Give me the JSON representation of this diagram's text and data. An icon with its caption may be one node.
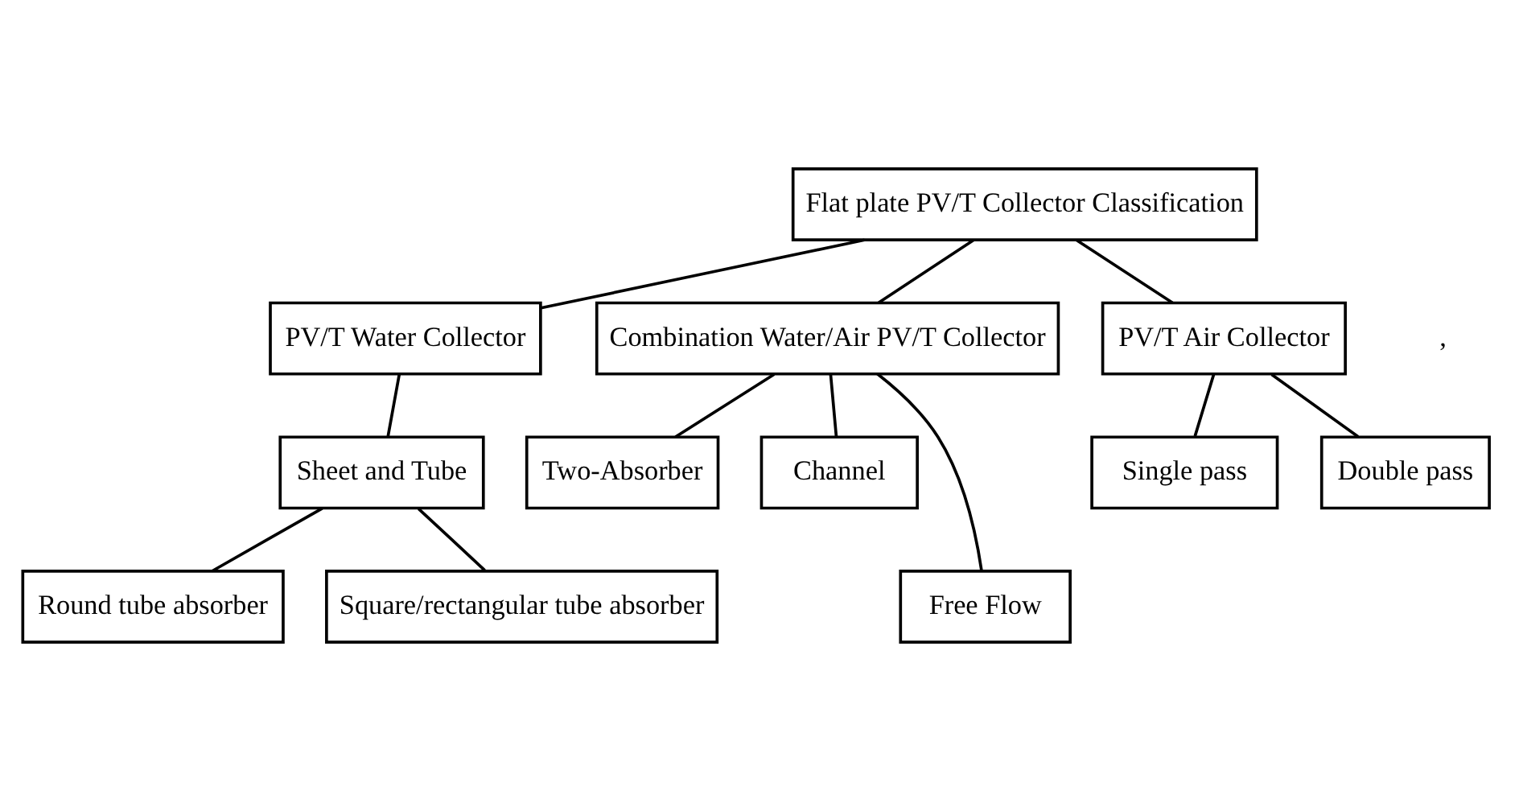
{
  "diagram": {
    "nodes": [
      {
        "text": [
          "Flat plate PV/T Collector Classification"
        ]
      },
      {
        "text": [
          "PV/T Water Collector"
        ]
      },
      {
        "text": [
          "Combination Water/Air PV/T Collector"
        ]
      },
      {
        "text": [
          "PV/T Air Collector"
        ]
      },
      {
        "text": [
          "Sheet and Tube"
        ]
      },
      {
        "text": [
          "Single pass"
        ]
      },
      {
        "text": [
          "Double pass"
        ]
      },
      {
        "text": [
          "Round tube absorber"
        ]
      },
      {
        "text": [
          "Square/rectangular tube absorber"
        ]
      },
      {
        "text": [
          "Two-Absorber"
        ]
      },
      {
        "text": [
          "Channel"
        ]
      },
      {
        "text": [
          "Free Flow"
        ]
      }
    ],
    "edges": [
      {
        "from": 0,
        "to": 1,
        "arrow": "none"
      },
      {
        "from": 0,
        "to": 2,
        "arrow": "none"
      },
      {
        "from": 0,
        "to": 3,
        "arrow": "none"
      },
      {
        "from": 1,
        "to": 4,
        "arrow": "none"
      },
      {
        "from": 4,
        "to": 7,
        "arrow": "none"
      },
      {
        "from": 4,
        "to": 8,
        "arrow": "none"
      },
      {
        "from": 2,
        "to": 9,
        "arrow": "none"
      },
      {
        "from": 2,
        "to": 11,
        "arrow": "none"
      },
      {
        "from": 2,
        "to": 10,
        "arrow": "none"
      },
      {
        "from": 3,
        "to": 5,
        "arrow": "none"
      },
      {
        "from": 3,
        "to": 6,
        "arrow": "none"
      }
    ],
    "labels": [
      ","
    ]
  }
}
